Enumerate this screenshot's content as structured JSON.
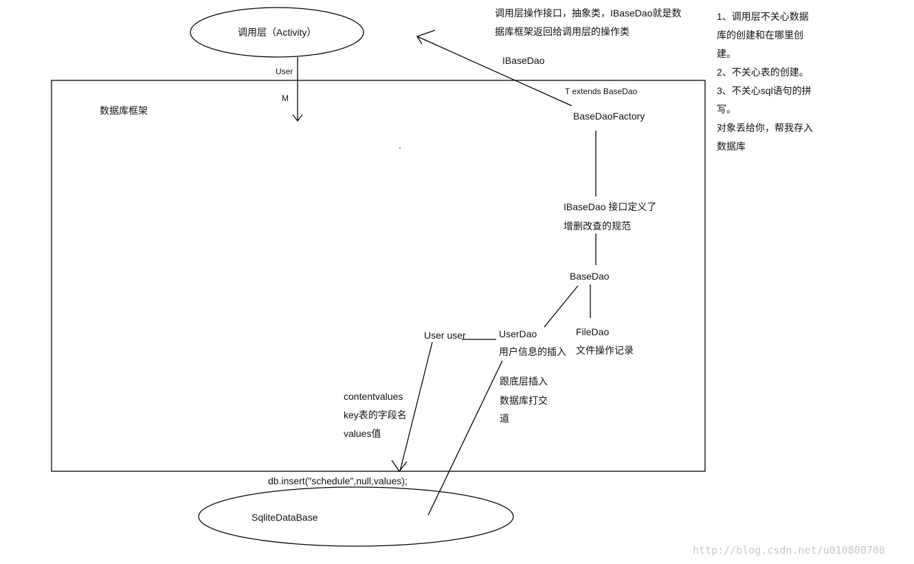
{
  "nodes": {
    "caller_layer": "调用层（Activity）",
    "db_framework": "数据库框架",
    "base_dao_factory": "BaseDaoFactory",
    "base_dao": "BaseDao",
    "user_dao": "UserDao",
    "file_dao": "FileDao",
    "user_user": "User user",
    "sqlite_db": "SqliteDataBase"
  },
  "annotations": {
    "ibasedao_desc": [
      "调用层操作接口，抽象类，IBaseDao就是数",
      "据库框架返回给调用层的操作类"
    ],
    "ibasedao_label": "IBaseDao",
    "t_extends": "T extends BaseDao",
    "user_label": "User",
    "m_label": "M",
    "ibasedao_interface": [
      "IBaseDao 接口定义了",
      "增删改查的规范"
    ],
    "user_dao_desc": "用户信息的插入",
    "file_dao_desc": "文件操作记录",
    "underlying": [
      "跟底层插入",
      "数据库打交",
      "道"
    ],
    "contentvalues": [
      "contentvalues",
      "key表的字段名",
      "values值"
    ],
    "insert_call": "db.insert(\"schedule\",null,values);"
  },
  "side_notes": [
    "1、调用层不关心数据",
    "库的创建和在哪里创",
    "建。",
    "2、不关心表的创建。",
    "3、不关心sql语句的拼",
    "写。",
    "对象丢给你，帮我存入",
    "数据库"
  ],
  "watermark": "http://blog.csdn.net/u010800708"
}
